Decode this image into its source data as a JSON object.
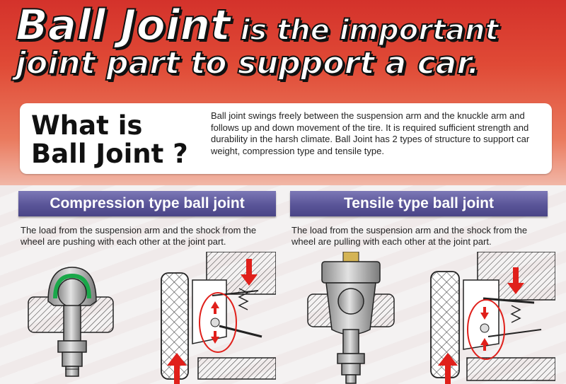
{
  "header": {
    "title_part1": "Ball Joint",
    "title_part2": " is the important",
    "title_line2": "joint part to support a car."
  },
  "whatis": {
    "heading_line1": "What is",
    "heading_line2": "Ball Joint ?",
    "body": "Ball joint swings freely between the suspension arm and the knuckle arm and follows up and down movement of the tire. It is required sufficient strength and durability in the harsh climate. Ball Joint has 2 types of structure to support car weight, compression type and tensile type."
  },
  "compression": {
    "title": "Compression type ball joint",
    "description": "The load from the suspension arm and the shock from the wheel are pushing with each other at the joint part."
  },
  "tensile": {
    "title": "Tensile type ball joint",
    "description": "The load from the suspension arm and the shock from the wheel are pulling with each other at the joint part."
  },
  "colors": {
    "header_red": "#d4322b",
    "banner_purple": "#5a5598",
    "arrow_red": "#e0201b",
    "seal_green": "#1aa84a"
  }
}
